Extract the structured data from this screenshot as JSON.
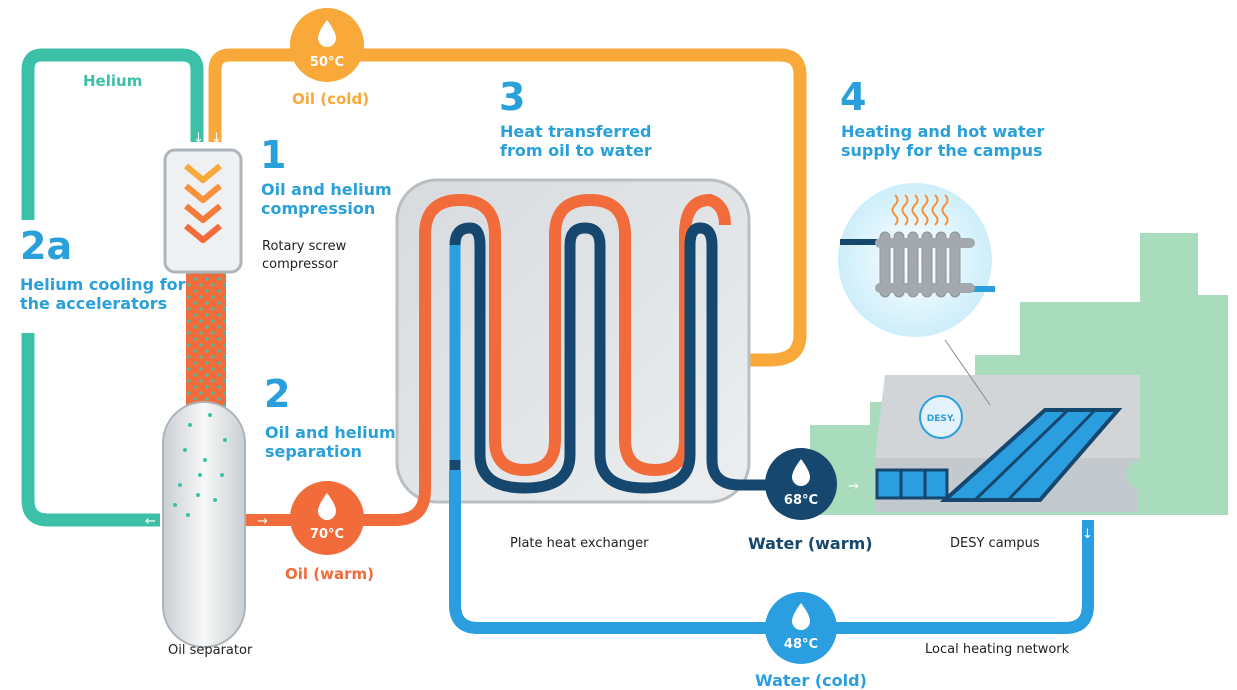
{
  "colors": {
    "helium": "#3cc1a8",
    "oil_cold": "#f9a83a",
    "oil_warm": "#f26b3a",
    "water_warm": "#16476f",
    "water_cold": "#2a9ede",
    "accent": "#2aa0db",
    "campus_green": "#a9dcbc"
  },
  "labels": {
    "helium": "Helium",
    "oil_cold": "Oil (cold)",
    "oil_warm": "Oil (warm)",
    "water_warm": "Water (warm)",
    "water_cold": "Water (cold)",
    "rotary_screw_compressor": "Rotary screw compressor",
    "plate_heat_exchanger": "Plate heat exchanger",
    "desy_campus": "DESY campus",
    "local_heating_network": "Local heating network",
    "oil_separator": "Oil separator",
    "desy_logo": "DESY."
  },
  "temperatures": {
    "oil_cold": "50°C",
    "oil_warm": "70°C",
    "water_warm": "68°C",
    "water_cold": "48°C"
  },
  "steps": {
    "step1": {
      "number": "1",
      "title_line1": "Oil and helium",
      "title_line2": "compression"
    },
    "step2": {
      "number": "2",
      "title_line1": "Oil and helium",
      "title_line2": "separation"
    },
    "step2a": {
      "number": "2a",
      "title_line1": "Helium cooling for",
      "title_line2": "the accelerators"
    },
    "step3": {
      "number": "3",
      "title_line1": "Heat transferred",
      "title_line2": "from oil to water"
    },
    "step4": {
      "number": "4",
      "title_line1": "Heating and hot water",
      "title_line2": "supply for the campus"
    }
  },
  "icons": {
    "droplet": "water-drop-icon",
    "radiator": "radiator-icon",
    "heat": "heat-waves-icon",
    "compressor": "chevron-down-icon",
    "flow": "arrow-icon"
  }
}
